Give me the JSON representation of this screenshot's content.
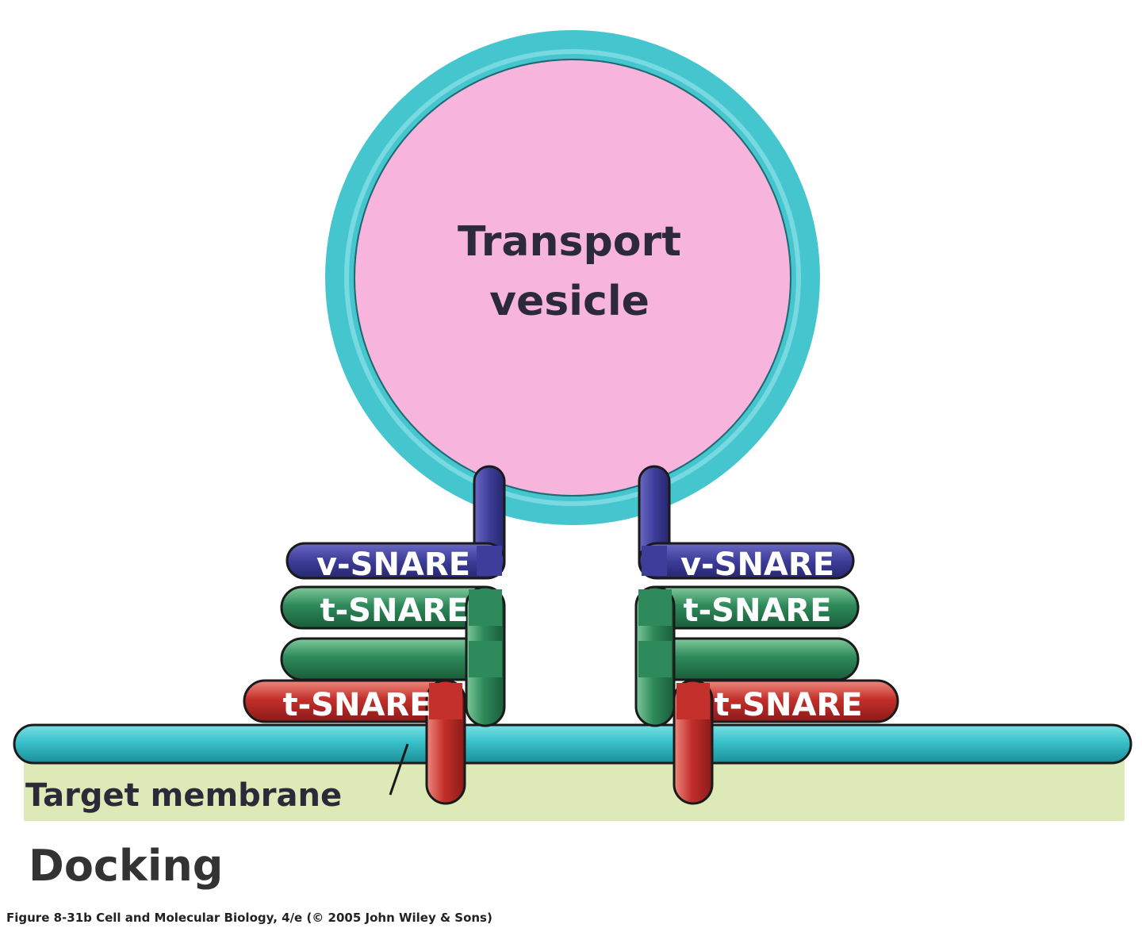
{
  "vesicle": {
    "label_line1": "Transport",
    "label_line2": "vesicle"
  },
  "snares": {
    "v_snare_left": "v-SNARE",
    "v_snare_right": "v-SNARE",
    "t_snare_green_left": "t-SNARE",
    "t_snare_green_right": "t-SNARE",
    "t_snare_red_left": "t-SNARE",
    "t_snare_red_right": "t-SNARE"
  },
  "membrane": {
    "label": "Target membrane"
  },
  "stage": {
    "title": "Docking"
  },
  "caption": "Figure 8-31b  Cell and Molecular Biology, 4/e (© 2005 John Wiley & Sons)",
  "colors": {
    "vesicle_interior": "#f7b5dd",
    "membrane_teal": "#33bcc6",
    "v_snare_blue": "#3d3d9a",
    "t_snare_green": "#2e8a5a",
    "t_snare_red": "#c4302b",
    "target_area": "#dde9b6"
  }
}
